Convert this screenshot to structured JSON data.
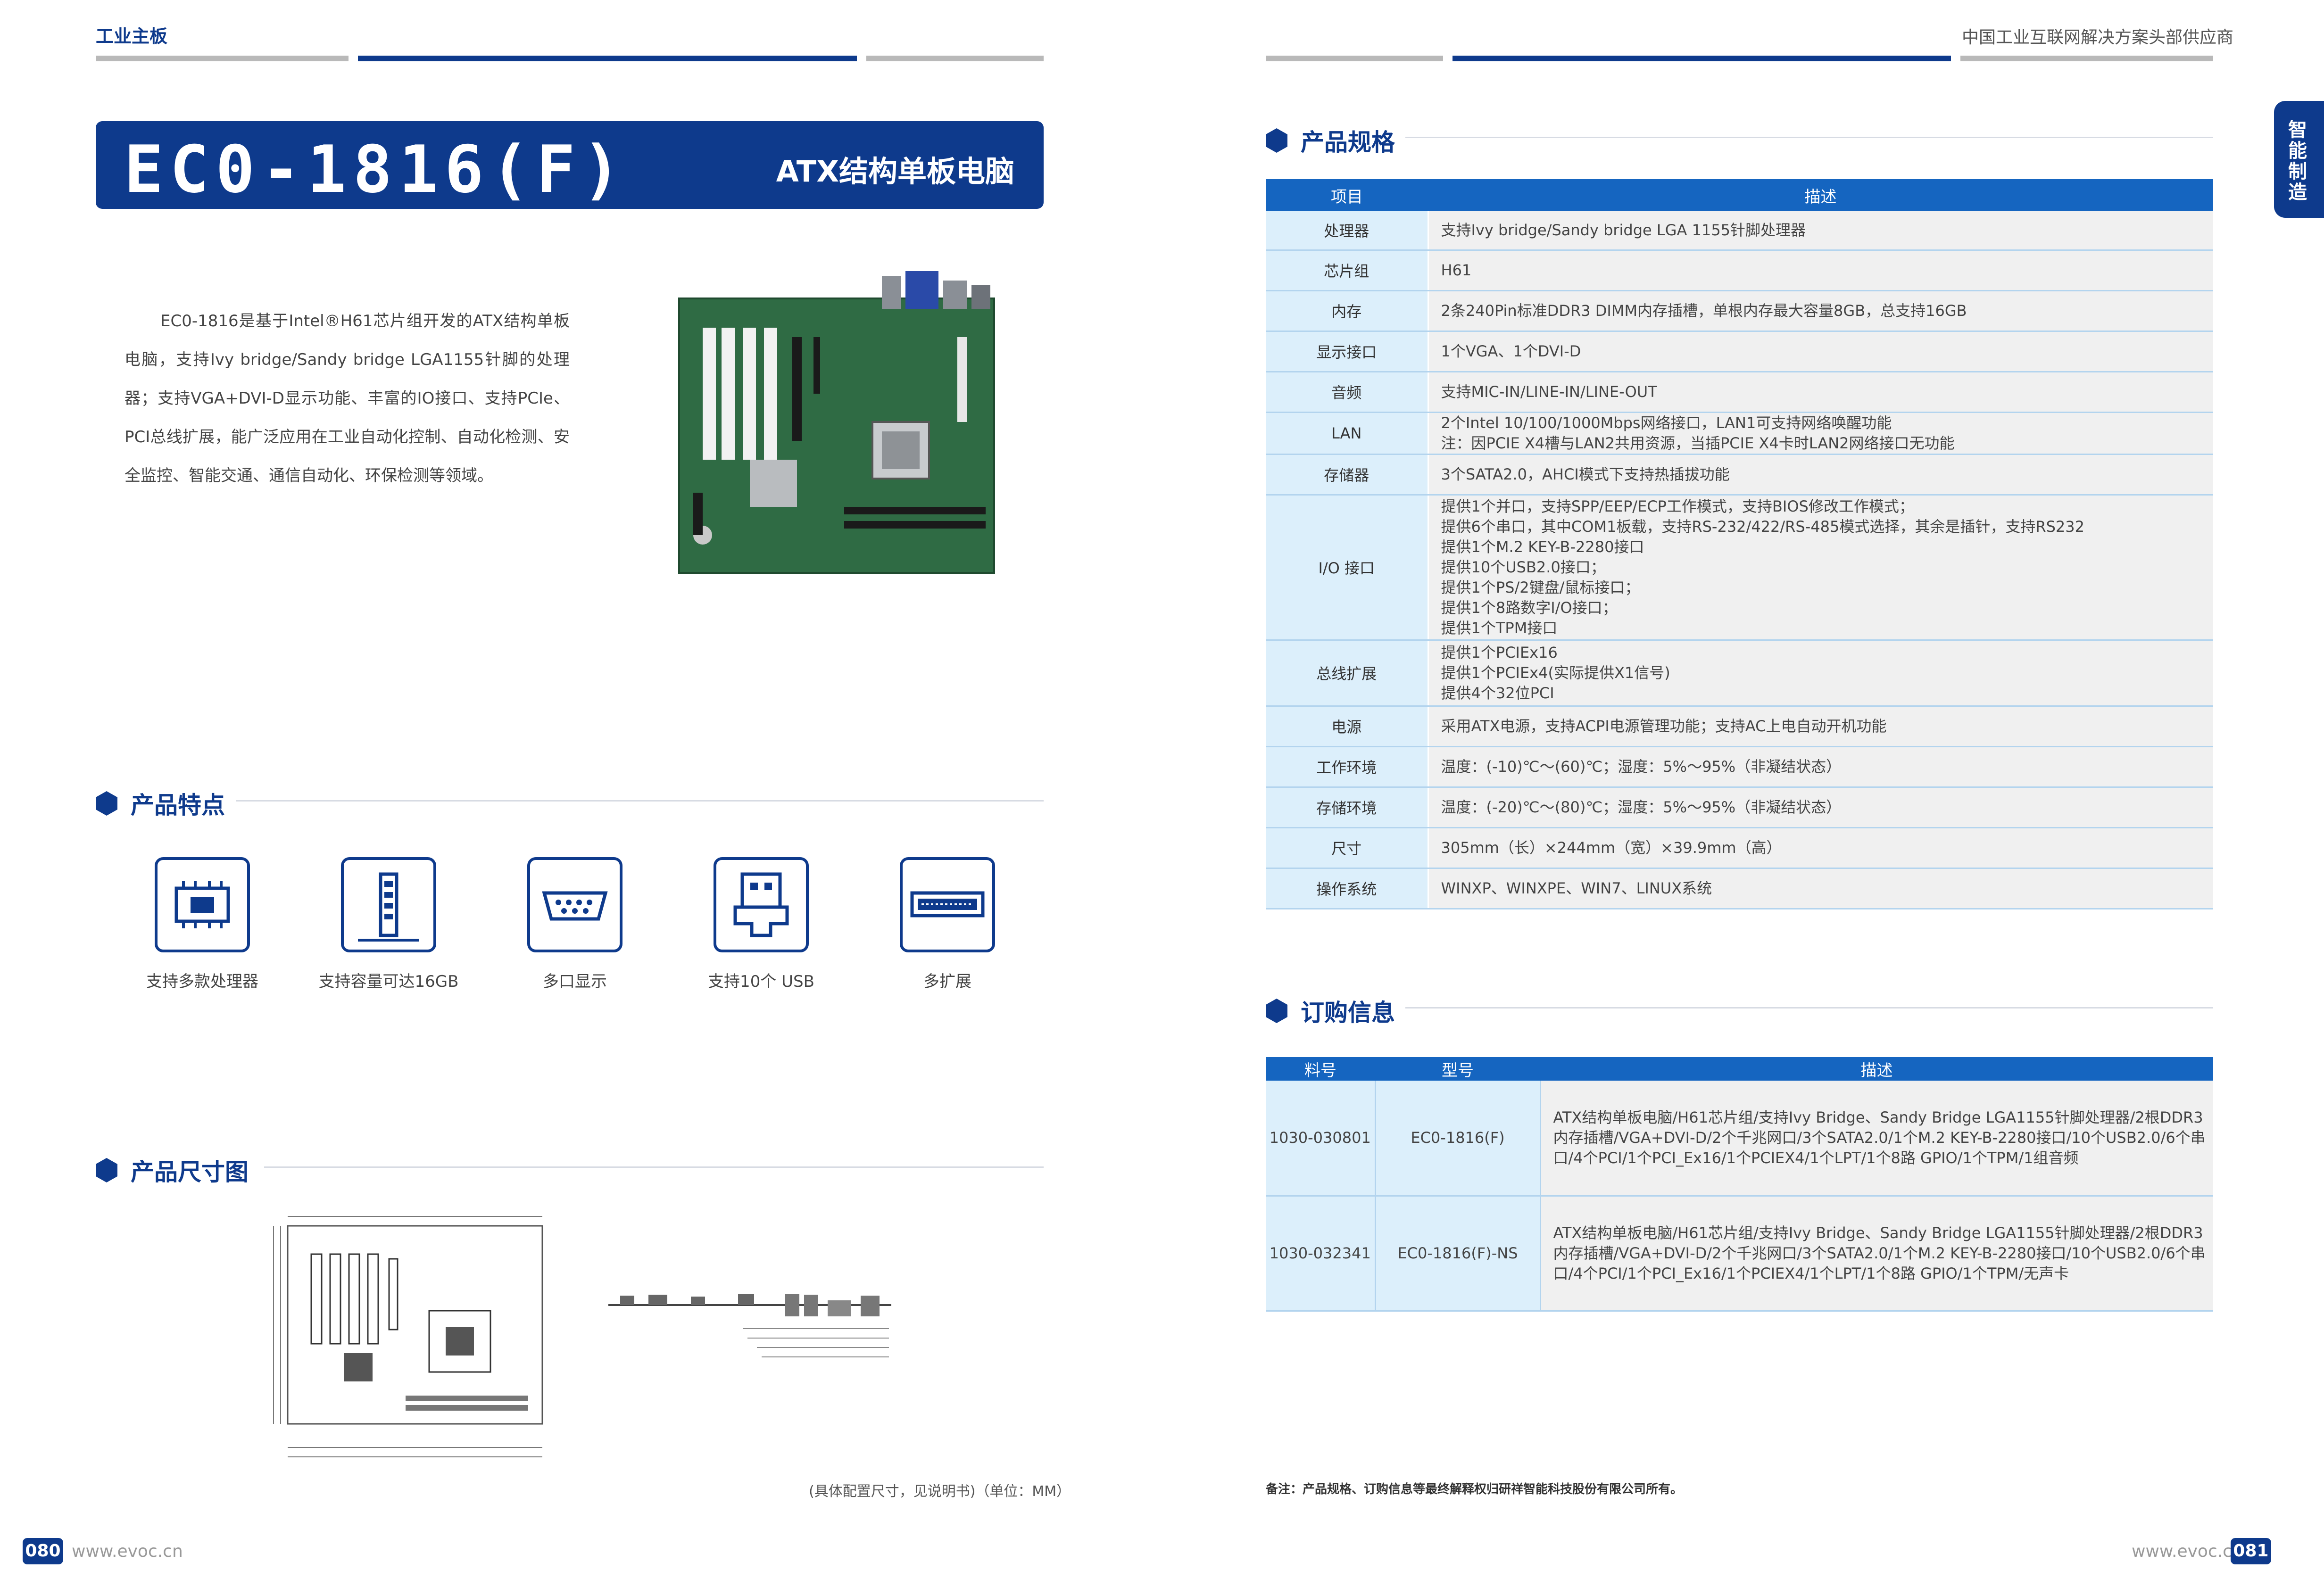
{
  "left_header": {
    "label": "工业主板"
  },
  "right_header": {
    "label": "中国工业互联网解决方案头部供应商"
  },
  "side_tab": {
    "label": "智能制造"
  },
  "title": {
    "model": "EC0-1816(F)",
    "subtitle": "ATX结构单板电脑"
  },
  "intro": "EC0-1816是基于Intel®H61芯片组开发的ATX结构单板电脑，支持Ivy bridge/Sandy bridge LGA1155针脚的处理器；支持VGA+DVI-D显示功能、丰富的IO接口、支持PCIe、PCI总线扩展，能广泛应用在工业自动化控制、自动化检测、安全监控、智能交通、通信自动化、环保检测等领域。",
  "sections": {
    "features": "产品特点",
    "dimensions": "产品尺寸图",
    "specs": "产品规格",
    "ordering": "订购信息"
  },
  "features": [
    {
      "icon": "cpu-icon",
      "label": "支持多款处理器"
    },
    {
      "icon": "memory-icon",
      "label": "支持容量可达16GB"
    },
    {
      "icon": "serial-port-icon",
      "label": "多口显示"
    },
    {
      "icon": "usb-icon",
      "label": "支持10个 USB"
    },
    {
      "icon": "expansion-slot-icon",
      "label": "多扩展"
    }
  ],
  "dimension_note": "(具体配置尺寸，见说明书)（单位：MM）",
  "spec_table": {
    "headers": [
      "项目",
      "描述"
    ],
    "rows": [
      {
        "key": "处理器",
        "value": [
          "支持Ivy bridge/Sandy bridge LGA 1155针脚处理器"
        ]
      },
      {
        "key": "芯片组",
        "value": [
          "H61"
        ]
      },
      {
        "key": "内存",
        "value": [
          "2条240Pin标准DDR3 DIMM内存插槽，单根内存最大容量8GB，总支持16GB"
        ]
      },
      {
        "key": "显示接口",
        "value": [
          "1个VGA、1个DVI-D"
        ]
      },
      {
        "key": "音频",
        "value": [
          "支持MIC-IN/LINE-IN/LINE-OUT"
        ]
      },
      {
        "key": "LAN",
        "value": [
          "2个Intel 10/100/1000Mbps网络接口，LAN1可支持网络唤醒功能",
          "注：因PCIE X4槽与LAN2共用资源，当插PCIE X4卡时LAN2网络接口无功能"
        ]
      },
      {
        "key": "存储器",
        "value": [
          "3个SATA2.0，AHCI模式下支持热插拔功能"
        ]
      },
      {
        "key": "I/O 接口",
        "value": [
          "提供1个并口，支持SPP/EEP/ECP工作模式，支持BIOS修改工作模式；",
          "提供6个串口，其中COM1板载，支持RS-232/422/RS-485模式选择，其余是插针，支持RS232",
          "提供1个M.2 KEY-B-2280接口",
          "提供10个USB2.0接口；",
          "提供1个PS/2键盘/鼠标接口；",
          "提供1个8路数字I/O接口；",
          "提供1个TPM接口"
        ]
      },
      {
        "key": "总线扩展",
        "value": [
          "提供1个PCIEx16",
          "提供1个PCIEx4(实际提供X1信号)",
          "提供4个32位PCI"
        ]
      },
      {
        "key": "电源",
        "value": [
          "采用ATX电源，支持ACPI电源管理功能；支持AC上电自动开机功能"
        ]
      },
      {
        "key": "工作环境",
        "value": [
          "温度：(-10)℃～(60)℃；湿度：5%～95%（非凝结状态）"
        ]
      },
      {
        "key": "存储环境",
        "value": [
          "温度：(-20)℃～(80)℃；湿度：5%～95%（非凝结状态）"
        ]
      },
      {
        "key": "尺寸",
        "value": [
          "305mm（长）×244mm（宽）×39.9mm（高）"
        ]
      },
      {
        "key": "操作系统",
        "value": [
          "WINXP、WINXPE、WIN7、LINUX系统"
        ]
      }
    ]
  },
  "order_table": {
    "headers": [
      "料号",
      "型号",
      "描述"
    ],
    "rows": [
      {
        "part": "1030-030801",
        "model": "EC0-1816(F)",
        "desc": "ATX结构单板电脑/H61芯片组/支持Ivy Bridge、Sandy Bridge LGA1155针脚处理器/2根DDR3内存插槽/VGA+DVI-D/2个千兆网口/3个SATA2.0/1个M.2 KEY-B-2280接口/10个USB2.0/6个串口/4个PCI/1个PCI_Ex16/1个PCIEX4/1个LPT/1个8路 GPIO/1个TPM/1组音频"
      },
      {
        "part": "1030-032341",
        "model": "EC0-1816(F)-NS",
        "desc": "ATX结构单板电脑/H61芯片组/支持Ivy Bridge、Sandy Bridge LGA1155针脚处理器/2根DDR3内存插槽/VGA+DVI-D/2个千兆网口/3个SATA2.0/1个M.2 KEY-B-2280接口/10个USB2.0/6个串口/4个PCI/1个PCI_Ex16/1个PCIEX4/1个LPT/1个8路 GPIO/1个TPM/无声卡"
      }
    ]
  },
  "footnote": "备注：产品规格、订购信息等最终解释权归研祥智能科技股份有限公司所有。",
  "footer": {
    "left_page": "080",
    "left_url": "www.evoc.cn",
    "right_page": "081",
    "right_url": "www.evoc.cn"
  },
  "colors": {
    "navy": "#0e3a8c",
    "table_header": "#1565c0",
    "key_cell": "#dceffb",
    "value_cell": "#f0f0f0",
    "board_green": "#2f6b44"
  }
}
